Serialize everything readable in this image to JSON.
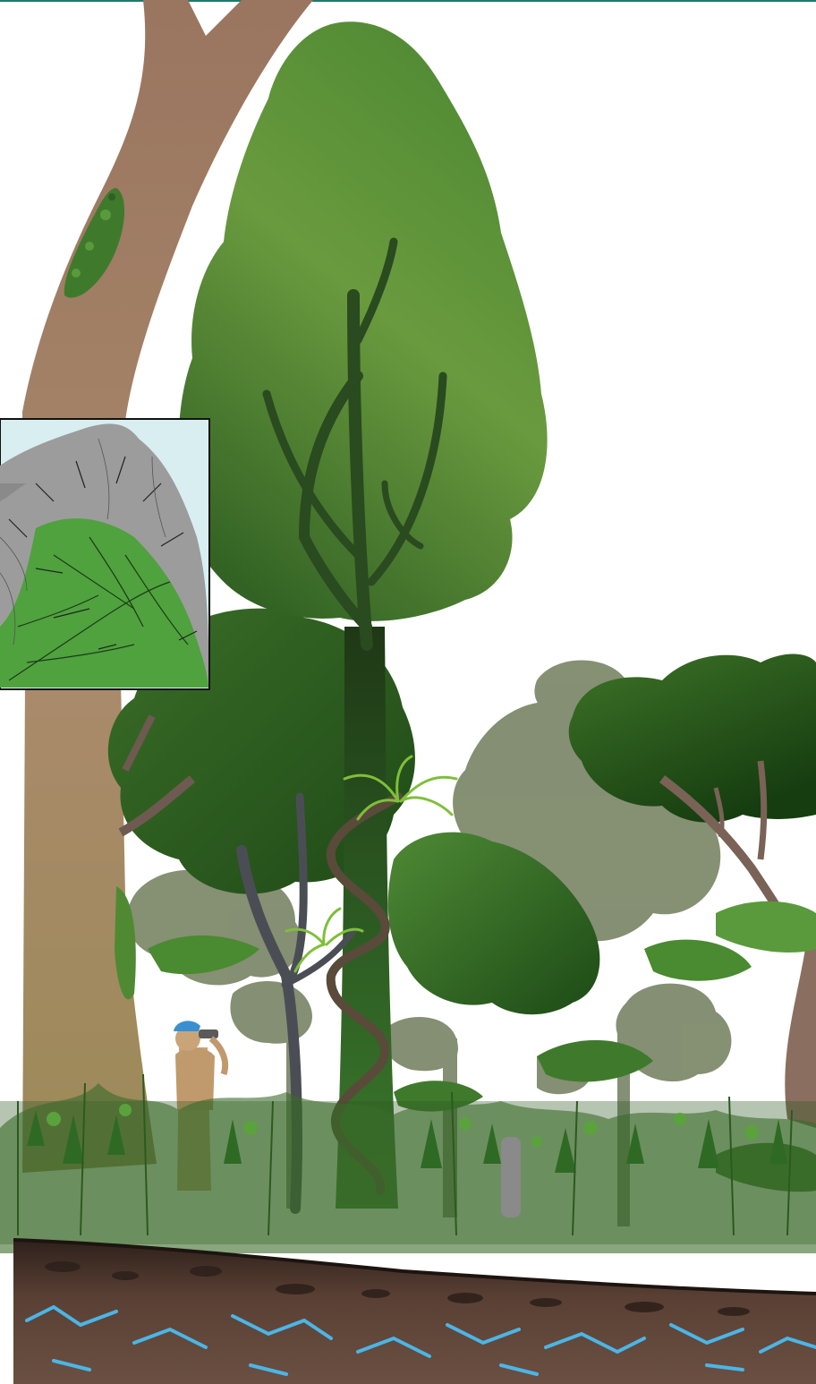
{
  "title": "",
  "colors": {
    "header_rule": "#1d7a6b",
    "layer_line_dark": "#5f6678",
    "layer_line_light": "#e8e8ee",
    "emergent_foliage_light": "#6a9a3e",
    "emergent_foliage_dark": "#2f5f22",
    "canopy_foliage": "#3f7a2c",
    "background_trees": "#7f8a6c",
    "trunk_brown": "#9a7a5f",
    "vine_brown": "#5a4a3a",
    "soil_dark": "#3a2b24",
    "soil_mid": "#6a5044",
    "groundwater_blue": "#4ab6e6",
    "inset_map_sea": "#d9eef0",
    "inset_map_forest": "#4fa23e",
    "inset_map_relief": "#9c9c9c"
  },
  "layer_lines": [
    {
      "name": "emergent-layer"
    },
    {
      "name": "upper-canopy"
    },
    {
      "name": "canopy"
    },
    {
      "name": "understory"
    },
    {
      "name": "shrub-layer"
    }
  ],
  "icons": [
    "emergent-tree-icon",
    "strangler-vine-icon",
    "bromeliad-icon",
    "moss-patch-icon",
    "birdwatcher-icon",
    "binoculars-icon",
    "watershed-map-icon",
    "groundwater-icon"
  ]
}
